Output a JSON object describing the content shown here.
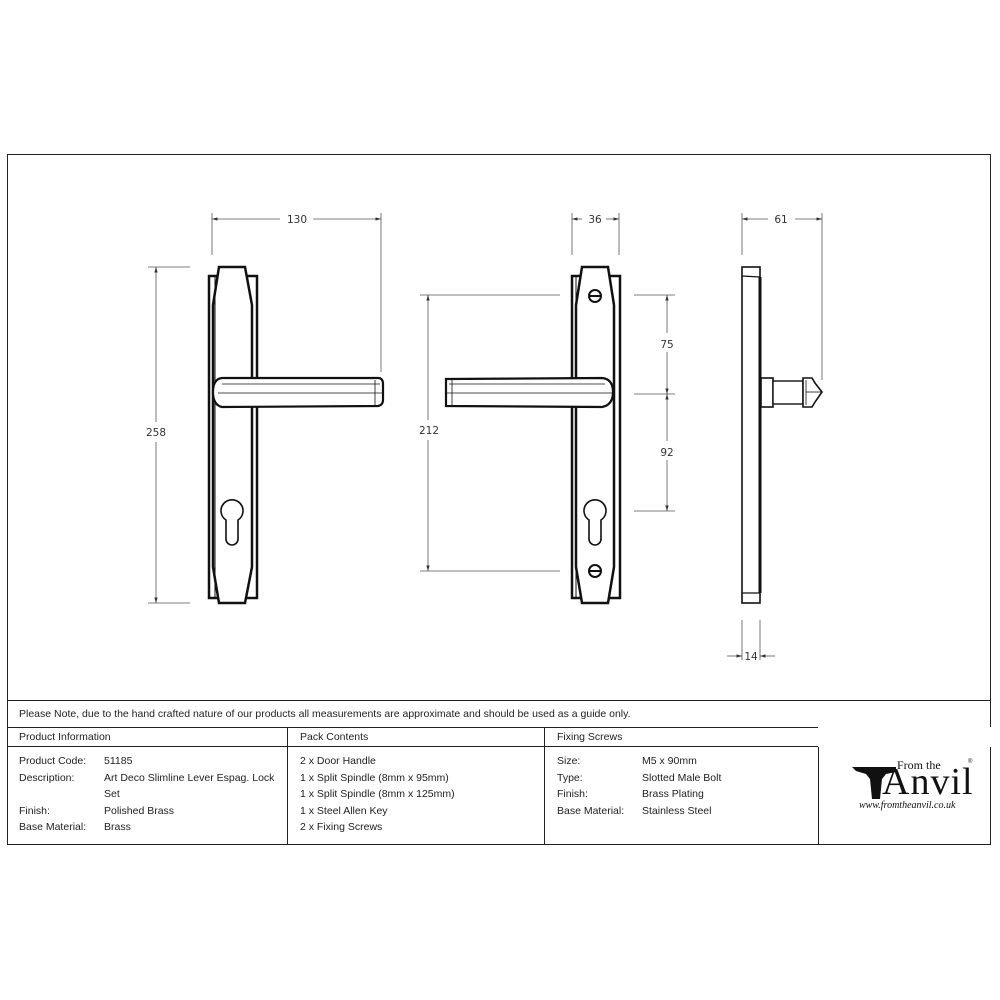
{
  "drawing": {
    "front_view": {
      "width_label": "130",
      "height_label": "258"
    },
    "back_view": {
      "width_label": "36",
      "fixing_centres_label": "212",
      "upper_offset_label": "75",
      "lower_offset_label": "92"
    },
    "side_view": {
      "projection_label": "61",
      "plate_depth_label": "14"
    }
  },
  "note": "Please Note, due to the hand crafted nature of our products all measurements are approximate and should be used as a guide only.",
  "product_information": {
    "heading": "Product Information",
    "rows": [
      {
        "key": "Product Code:",
        "value": "51185"
      },
      {
        "key": "Description:",
        "value": "Art Deco Slimline Lever Espag. Lock Set"
      },
      {
        "key": "Finish:",
        "value": "Polished Brass"
      },
      {
        "key": "Base Material:",
        "value": "Brass"
      }
    ]
  },
  "pack_contents": {
    "heading": "Pack Contents",
    "items": [
      "2 x Door Handle",
      "1 x Split Spindle (8mm x 95mm)",
      "1 x Split Spindle (8mm x 125mm)",
      "1 x Steel Allen Key",
      "2 x Fixing Screws"
    ]
  },
  "fixing_screws": {
    "heading": "Fixing Screws",
    "rows": [
      {
        "key": "Size:",
        "value": "M5 x 90mm"
      },
      {
        "key": "Type:",
        "value": "Slotted Male Bolt"
      },
      {
        "key": "Finish:",
        "value": "Brass Plating"
      },
      {
        "key": "Base Material:",
        "value": "Stainless Steel"
      }
    ]
  },
  "logo": {
    "from_the": "From the",
    "brand": "Anvil",
    "registered": "®",
    "url": "www.fromtheanvil.co.uk"
  }
}
